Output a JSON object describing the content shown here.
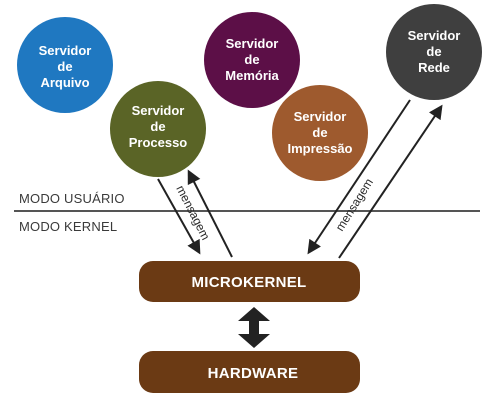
{
  "colors": {
    "arquivo": "#1f78c1",
    "processo": "#5a6426",
    "memoria": "#5c0f47",
    "impressao": "#9e5a2e",
    "rede": "#3f3f3f",
    "kernel_bar": "#6b3a14",
    "line": "#555555",
    "arrow": "#222222"
  },
  "nodes": {
    "arquivo": {
      "line1": "Servidor",
      "line2": "de",
      "line3": "Arquivo"
    },
    "processo": {
      "line1": "Servidor",
      "line2": "de",
      "line3": "Processo"
    },
    "memoria": {
      "line1": "Servidor",
      "line2": "de",
      "line3": "Memória"
    },
    "impressao": {
      "line1": "Servidor",
      "line2": "de",
      "line3": "Impressão"
    },
    "rede": {
      "line1": "Servidor",
      "line2": "de",
      "line3": "Rede"
    }
  },
  "modes": {
    "user": "MODO USUÁRIO",
    "kernel": "MODO KERNEL"
  },
  "messages": {
    "left": "mensagem",
    "right": "mensagem"
  },
  "bars": {
    "microkernel": "MICROKERNEL",
    "hardware": "HARDWARE"
  }
}
